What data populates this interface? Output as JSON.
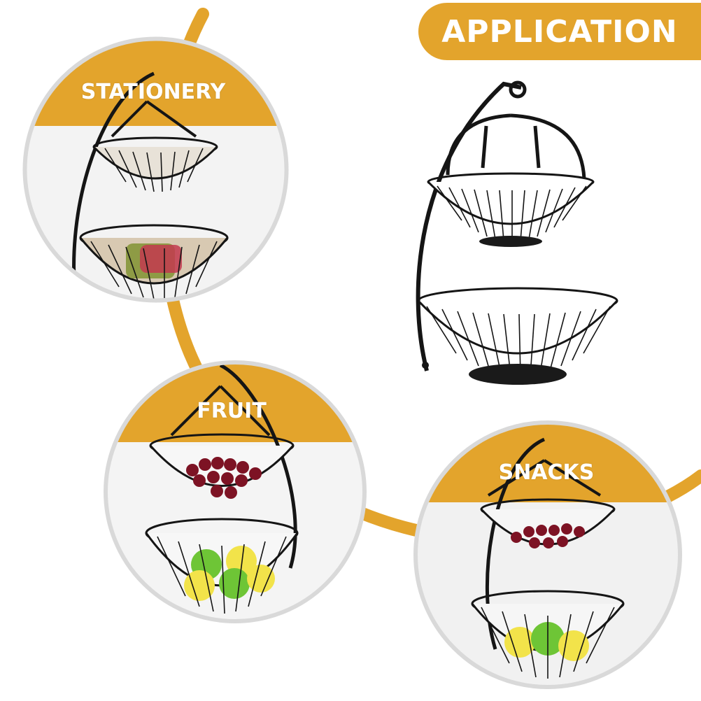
{
  "header": {
    "title": "APPLICATION"
  },
  "uses": [
    {
      "label": "STATIONERY"
    },
    {
      "label": "FRUIT"
    },
    {
      "label": "SNACKS"
    }
  ],
  "colors": {
    "accent": "#e3a42c",
    "circle_border": "#d9d9d9",
    "basket": "#1a1a1a"
  }
}
